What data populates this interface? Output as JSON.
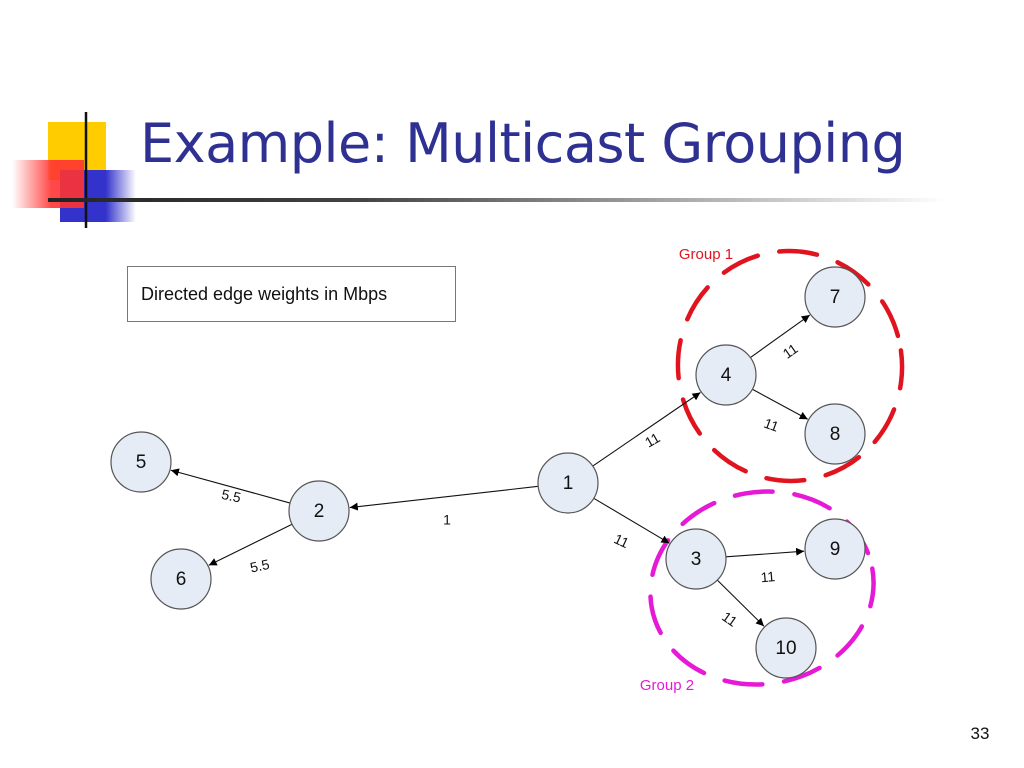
{
  "slide": {
    "title": "Example: Multicast Grouping",
    "legend_text": "Directed edge weights in Mbps",
    "page_number": "33"
  },
  "colors": {
    "title": "#2e3192",
    "node_fill": "#e6ecf5",
    "group1": "#e0141e",
    "group2": "#e619d6",
    "deco_yellow": "#ffcc00",
    "deco_red": "#ff3333",
    "deco_blue": "#3333cc"
  },
  "diagram": {
    "nodes": [
      {
        "id": "1",
        "label": "1"
      },
      {
        "id": "2",
        "label": "2"
      },
      {
        "id": "3",
        "label": "3"
      },
      {
        "id": "4",
        "label": "4"
      },
      {
        "id": "5",
        "label": "5"
      },
      {
        "id": "6",
        "label": "6"
      },
      {
        "id": "7",
        "label": "7"
      },
      {
        "id": "8",
        "label": "8"
      },
      {
        "id": "9",
        "label": "9"
      },
      {
        "id": "10",
        "label": "10"
      }
    ],
    "edges": [
      {
        "from": "1",
        "to": "2",
        "weight": "1"
      },
      {
        "from": "2",
        "to": "5",
        "weight": "5.5"
      },
      {
        "from": "2",
        "to": "6",
        "weight": "5.5"
      },
      {
        "from": "1",
        "to": "4",
        "weight": "11"
      },
      {
        "from": "1",
        "to": "3",
        "weight": "11"
      },
      {
        "from": "4",
        "to": "7",
        "weight": "11"
      },
      {
        "from": "4",
        "to": "8",
        "weight": "11"
      },
      {
        "from": "3",
        "to": "9",
        "weight": "11"
      },
      {
        "from": "3",
        "to": "10",
        "weight": "11"
      }
    ],
    "groups": [
      {
        "label": "Group 1",
        "members": [
          "4",
          "7",
          "8"
        ],
        "color": "#e0141e"
      },
      {
        "label": "Group 2",
        "members": [
          "3",
          "9",
          "10"
        ],
        "color": "#e619d6"
      }
    ]
  }
}
